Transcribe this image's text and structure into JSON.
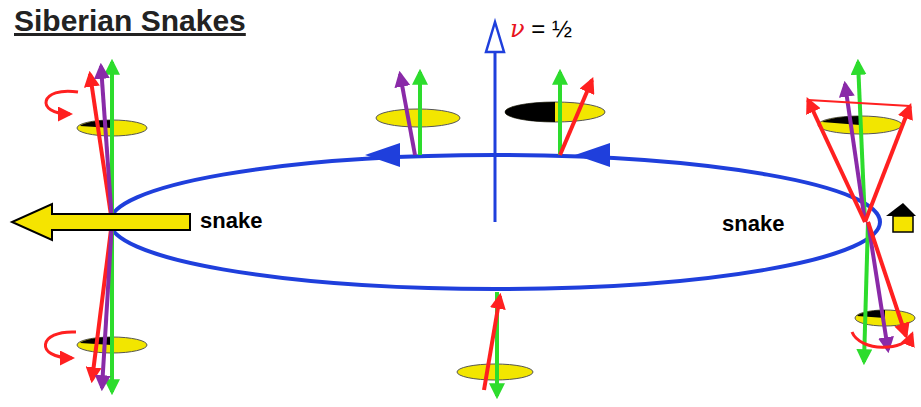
{
  "diagram": {
    "title": "Siberian Snakes",
    "labels": [
      "ν = ½",
      "snake",
      "snake"
    ]
  }
}
